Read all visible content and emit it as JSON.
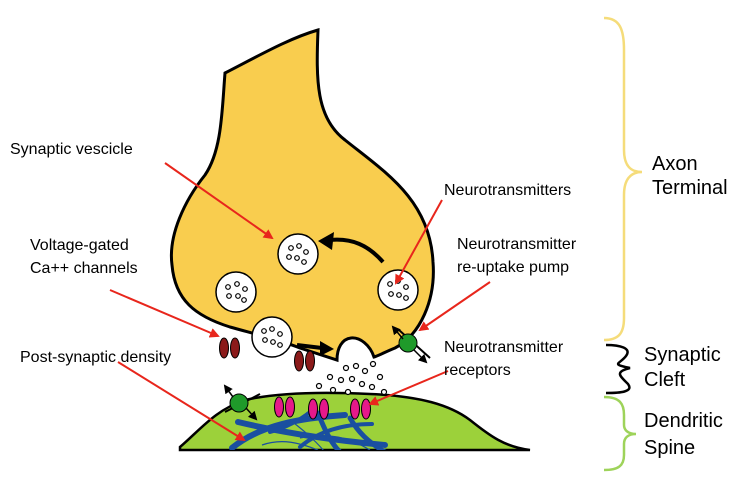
{
  "diagram": {
    "labels": {
      "synaptic_vesicle": "Synaptic vescicle",
      "voltage_gated_line1": "Voltage-gated",
      "voltage_gated_line2": "Ca++ channels",
      "post_synaptic_density": "Post-synaptic density",
      "neurotransmitters": "Neurotransmitters",
      "reuptake_line1": "Neurotransmitter",
      "reuptake_line2": "re-uptake pump",
      "receptors_line1": "Neurotransmitter",
      "receptors_line2": "receptors"
    },
    "regions": {
      "axon_line1": "Axon",
      "axon_line2": "Terminal",
      "cleft_line1": "Synaptic",
      "cleft_line2": "Cleft",
      "spine_line1": "Dendritic",
      "spine_line2": "Spine"
    },
    "colors": {
      "axon_fill": "#f9cd4e",
      "spine_fill": "#9cd13a",
      "arrow": "#e8261c",
      "channel": "#8b1a1a",
      "receptor": "#e5198a",
      "pump": "#1f9a2a",
      "filament": "#1a4fa0",
      "brace_axon": "#f5dc7a",
      "brace_spine": "#9ed35a",
      "brace_cleft": "#000000"
    }
  }
}
